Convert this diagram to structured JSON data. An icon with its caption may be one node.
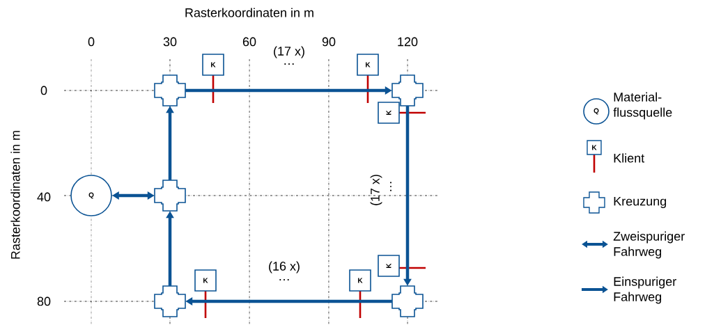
{
  "diagram": {
    "nodes": [
      {
        "text": [
          "Q"
        ]
      },
      {
        "text": [],
        "shape": "cross"
      },
      {
        "text": [],
        "shape": "cross"
      },
      {
        "text": [],
        "shape": "cross"
      },
      {
        "text": [],
        "shape": "cross"
      },
      {
        "text": [],
        "shape": "cross"
      },
      {
        "text": [
          "K"
        ]
      },
      {
        "text": [
          "K"
        ]
      },
      {
        "text": [
          "K"
        ]
      },
      {
        "text": [
          "K"
        ]
      },
      {
        "text": [
          "K"
        ]
      },
      {
        "text": [
          "K"
        ]
      }
    ],
    "edges": [
      {
        "from": 0,
        "to": 3,
        "arrow": "both"
      },
      {
        "from": 3,
        "to": 1,
        "arrow": "to"
      },
      {
        "from": 4,
        "to": 3,
        "arrow": "to"
      },
      {
        "from": 1,
        "to": 2,
        "arrow": "to"
      },
      {
        "from": 2,
        "to": 5,
        "arrow": "to"
      },
      {
        "from": 5,
        "to": 4,
        "arrow": "to"
      }
    ],
    "labels": [
      "Rasterkoordinaten in m",
      "0",
      "30",
      "60",
      "(17 x)",
      "90",
      "120",
      "…",
      "0",
      "Rasterkoordinaten in m",
      "(17 x)",
      "…",
      "40",
      "(16 x)",
      "…",
      "80",
      "Q",
      "K"
    ],
    "legend": [
      {
        "text": "Material-flussquelle"
      },
      {
        "text": "Klient"
      },
      {
        "text": "Kreuzung"
      },
      {
        "text": "Zweispuriger Fahrweg"
      },
      {
        "text": "Einspuriger Fahrweg"
      }
    ]
  }
}
